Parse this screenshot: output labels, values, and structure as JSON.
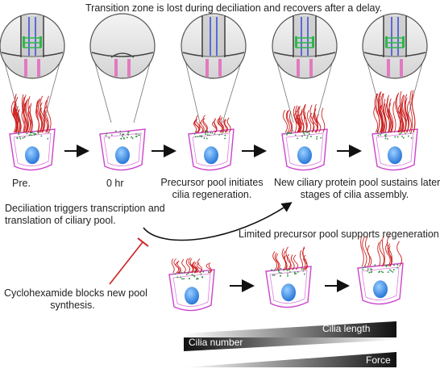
{
  "title": "Transition zone is lost during deciliation and recovers after a delay.",
  "timepoints": [
    "Pre.",
    "0 hr"
  ],
  "captions": {
    "precursor_initiates": [
      "Precursor pool initiates",
      "cilia regeneration."
    ],
    "new_pool_sustains": [
      "New ciliary protein pool sustains later",
      "stages of cilia assembly."
    ],
    "deciliation_triggers": [
      "Deciliation triggers transcription and",
      "translation of ciliary pool."
    ],
    "limited_precursor": "Limited precursor pool supports regeneration",
    "cycloheximide": [
      "Cyclohexamide blocks new pool",
      "synthesis."
    ]
  },
  "gradient_labels": {
    "cilia_length": "Cilia length",
    "cilia_number": "Cilia number",
    "force": "Force"
  },
  "colors": {
    "cilia": "#cc2222",
    "cell_outline": "#cc44cc",
    "nucleus": "#3a8ee8",
    "transition_zone": "#2db84a",
    "microtubule": "#5a6ad8",
    "inhibitor": "#cc2222"
  }
}
